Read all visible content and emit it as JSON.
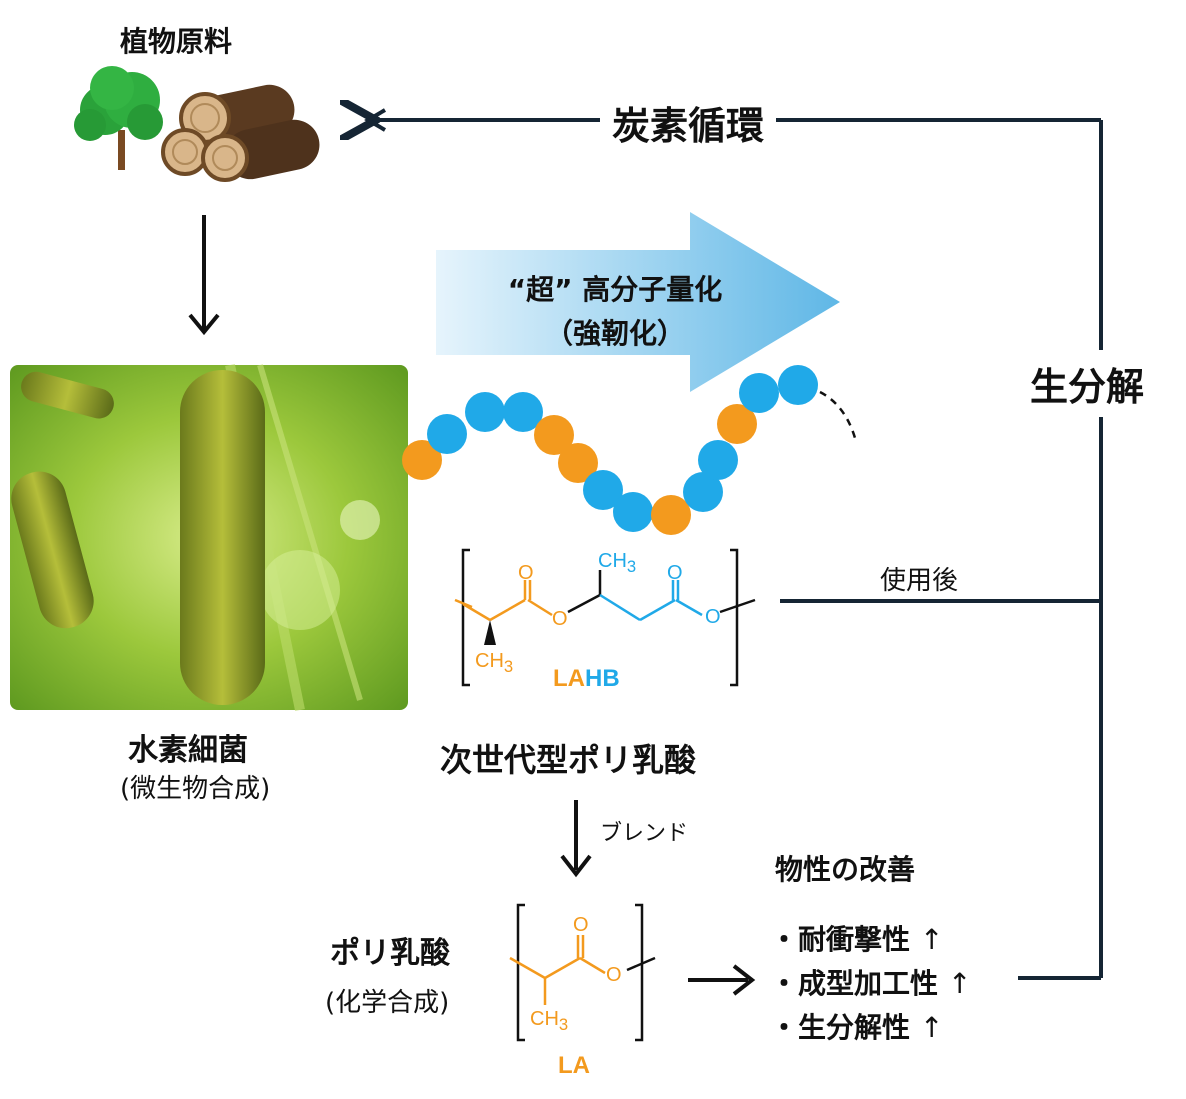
{
  "plant": {
    "label": "植物原料"
  },
  "cycle": {
    "carbon_label": "炭素循環",
    "biodeg_label": "生分解",
    "after_use_label": "使用後"
  },
  "process": {
    "line1": "“超” 高分子量化",
    "line2": "（強靭化）"
  },
  "bacteria": {
    "label": "水素細菌",
    "sublabel": "(微生物合成)"
  },
  "lahb": {
    "name": "次世代型ポリ乳酸",
    "la": "LA",
    "hb": "HB",
    "ch3": "CH",
    "o": "O"
  },
  "blend_label": "ブレンド",
  "pla": {
    "label": "ポリ乳酸",
    "sublabel": "(化学合成)",
    "unit": "LA"
  },
  "properties": {
    "title": "物性の改善",
    "items": [
      {
        "text": "・耐衝撃性",
        "arrow": "↑"
      },
      {
        "text": "・成型加工性",
        "arrow": "↑"
      },
      {
        "text": "・生分解性",
        "arrow": "↑"
      }
    ]
  },
  "colors": {
    "orange": "#f39a1e",
    "blue": "#20a9e8",
    "navy": "#152534"
  }
}
